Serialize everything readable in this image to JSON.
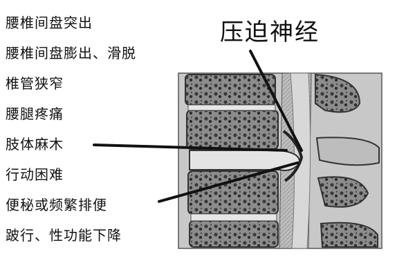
{
  "symptoms": [
    "腰椎间盘突出",
    "腰椎间盘膨出、滑脱",
    "椎管狭窄",
    "腰腿疼痛",
    "肢体麻木",
    "行动困难",
    "便秘或频繁排便",
    "跛行、性功能下降"
  ],
  "diagram": {
    "title": "压迫神经"
  }
}
